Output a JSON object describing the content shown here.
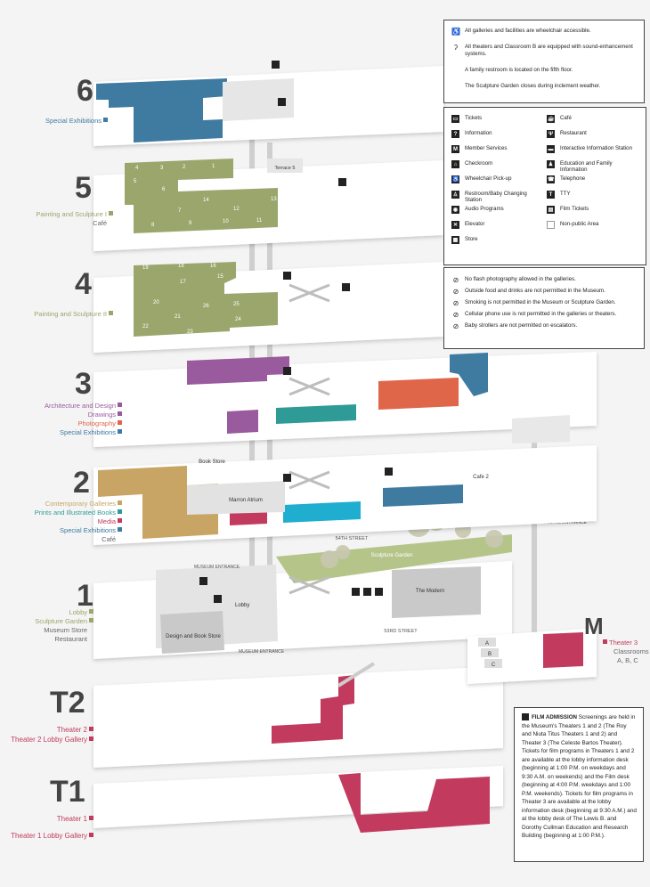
{
  "notes_top": [
    {
      "icon": "wheelchair-icon",
      "text": "All galleries and facilities are wheelchair accessible."
    },
    {
      "icon": "ear-icon",
      "text": "All theaters and Classroom B are equipped with sound-enhancement systems."
    },
    {
      "icon": "",
      "text": "A family restroom is located on the fifth floor."
    },
    {
      "icon": "",
      "text": "The Sculpture Garden closes during inclement weather."
    }
  ],
  "legend_left": [
    {
      "icon": "tickets-icon",
      "glyph": "▭",
      "label": "Tickets"
    },
    {
      "icon": "information-icon",
      "glyph": "?",
      "label": "Information"
    },
    {
      "icon": "member-services-icon",
      "glyph": "M",
      "label": "Member Services"
    },
    {
      "icon": "checkroom-icon",
      "glyph": "⌂",
      "label": "Checkroom"
    },
    {
      "icon": "wheelchair-pickup-icon",
      "glyph": "♿",
      "label": "Wheelchair Pick-up"
    },
    {
      "icon": "restroom-icon",
      "glyph": "♙",
      "label": "Restroom/Baby Changing Station"
    },
    {
      "icon": "audio-programs-icon",
      "glyph": "◉",
      "label": "Audio Programs"
    },
    {
      "icon": "elevator-icon",
      "glyph": "✕",
      "label": "Elevator"
    },
    {
      "icon": "store-icon",
      "glyph": "▦",
      "label": "Store"
    }
  ],
  "legend_right": [
    {
      "icon": "cafe-icon",
      "glyph": "☕",
      "label": "Café"
    },
    {
      "icon": "restaurant-icon",
      "glyph": "Ψ",
      "label": "Restaurant"
    },
    {
      "icon": "interactive-info-icon",
      "glyph": "▬",
      "label": "Interactive Information Station"
    },
    {
      "icon": "education-family-icon",
      "glyph": "♟",
      "label": "Education and Family Information"
    },
    {
      "icon": "telephone-icon",
      "glyph": "☎",
      "label": "Telephone"
    },
    {
      "icon": "tty-icon",
      "glyph": "T",
      "label": "TTY"
    },
    {
      "icon": "film-tickets-icon",
      "glyph": "▤",
      "label": "Film Tickets"
    },
    {
      "icon": "non-public-area-icon",
      "glyph": "",
      "label": "Non-public Area"
    }
  ],
  "rules": [
    {
      "icon": "no-flash-icon",
      "text": "No flash photography allowed in the galleries."
    },
    {
      "icon": "no-food-icon",
      "text": "Outside food and drinks are not permitted in the Museum."
    },
    {
      "icon": "no-smoking-icon",
      "text": "Smoking is not permitted in the Museum or Sculpture Garden."
    },
    {
      "icon": "no-phone-icon",
      "text": "Cellular phone use is not permitted in the galleries or theaters."
    },
    {
      "icon": "no-stroller-icon",
      "text": "Baby strollers are not permitted on escalators."
    }
  ],
  "film": {
    "title": "FILM ADMISSION",
    "text": "Screenings are held in the Museum's Theaters 1 and 2 (The Roy and Niuta Titus Theaters 1 and 2) and Theater 3 (The Celeste Bartos Theater). Tickets for film programs in Theaters 1 and 2 are available at the lobby information desk (beginning at 1:00 P.M. on weekdays and 9:30 A.M. on weekends) and the Film desk (beginning at 4:00 P.M. weekdays and 1:00 P.M. weekends). Tickets for film programs in Theater 3 are available at the lobby information desk (beginning at 9:30 A.M.) and at the lobby desk of The Lewis B. and Dorothy Cullman Education and Research Building (beginning at 1:00 P.M.)."
  },
  "colors": {
    "blue": "#3f7aa0",
    "olive": "#9aa66c",
    "purple": "#9a5a9e",
    "teal": "#2e9b97",
    "orange": "#e0664a",
    "tan": "#c8a564",
    "magenta": "#c23a5e",
    "cyan": "#20aed0",
    "garden": "#b5c58a",
    "gray": "#bdbdbd",
    "dark": "#3b3b3b"
  },
  "floors": {
    "f6": {
      "num": "6",
      "labels": [
        {
          "text": "Special Exhibitions",
          "color": "#3f7aa0"
        }
      ]
    },
    "f5": {
      "num": "5",
      "labels": [
        {
          "text": "Painting and Sculpture I",
          "color": "#9aa66c"
        },
        {
          "text": "Café",
          "color": "#666666"
        }
      ],
      "rooms": [
        "4",
        "3",
        "2",
        "1",
        "5",
        "6",
        "14",
        "13",
        "7",
        "12",
        "8",
        "9",
        "10",
        "11"
      ],
      "terrace": "Terrace 5"
    },
    "f4": {
      "num": "4",
      "labels": [
        {
          "text": "Painting and Sculpture II",
          "color": "#9aa66c"
        }
      ],
      "rooms": [
        "19",
        "18",
        "16",
        "17",
        "15",
        "20",
        "26",
        "25",
        "21",
        "24",
        "22",
        "23"
      ]
    },
    "f3": {
      "num": "3",
      "labels": [
        {
          "text": "Architecture and Design",
          "color": "#9a5a9e"
        },
        {
          "text": "Drawings",
          "color": "#9a5a9e"
        },
        {
          "text": "Photography",
          "color": "#e0664a"
        },
        {
          "text": "Special Exhibitions",
          "color": "#3f7aa0"
        }
      ]
    },
    "f2": {
      "num": "2",
      "labels": [
        {
          "text": "Contemporary Galleries",
          "color": "#c8a564"
        },
        {
          "text": "Prints and Illustrated Books",
          "color": "#2e9b97"
        },
        {
          "text": "Media",
          "color": "#c23a5e"
        },
        {
          "text": "Special Exhibitions",
          "color": "#3f7aa0"
        },
        {
          "text": "Café",
          "color": "#666666"
        }
      ],
      "rooms": {
        "book": "Book Store",
        "atrium": "Marron Atrium",
        "cafe": "Cafe 2"
      }
    },
    "f1": {
      "num": "1",
      "labels": [
        {
          "text": "Lobby",
          "color": "#9aa66c"
        },
        {
          "text": "Sculpture Garden",
          "color": "#9aa66c"
        },
        {
          "text": "Museum Store",
          "color": "#666666"
        },
        {
          "text": "Restaurant",
          "color": "#666666"
        }
      ],
      "rooms": {
        "lobby": "Lobby",
        "design": "Design and Book Store",
        "modern": "The Modern",
        "garden": "Sculpture Garden",
        "street54": "54TH STREET",
        "street53": "53RD STREET",
        "entrance1": "MUSEUM ENTRANCE",
        "entrance2": "MUSEUM ENTRANCE",
        "edu": "EDUCATION AND RESEARCH BUILDING ENTRANCE"
      }
    },
    "fm": {
      "num": "M",
      "labels": [
        {
          "text": "Theater 3",
          "color": "#c23a5e"
        },
        {
          "text": "Classrooms",
          "color": "#666666"
        },
        {
          "text": "A, B, C",
          "color": "#666666"
        }
      ],
      "rooms": [
        "A",
        "B",
        "C"
      ]
    },
    "ft2": {
      "num": "T2",
      "labels": [
        {
          "text": "Theater 2",
          "color": "#c23a5e"
        },
        {
          "text": "Theater 2 Lobby Gallery",
          "color": "#c23a5e"
        }
      ]
    },
    "ft1": {
      "num": "T1",
      "labels": [
        {
          "text": "Theater 1",
          "color": "#c23a5e"
        },
        {
          "text": "Theater 1 Lobby Gallery",
          "color": "#c23a5e"
        }
      ]
    }
  }
}
